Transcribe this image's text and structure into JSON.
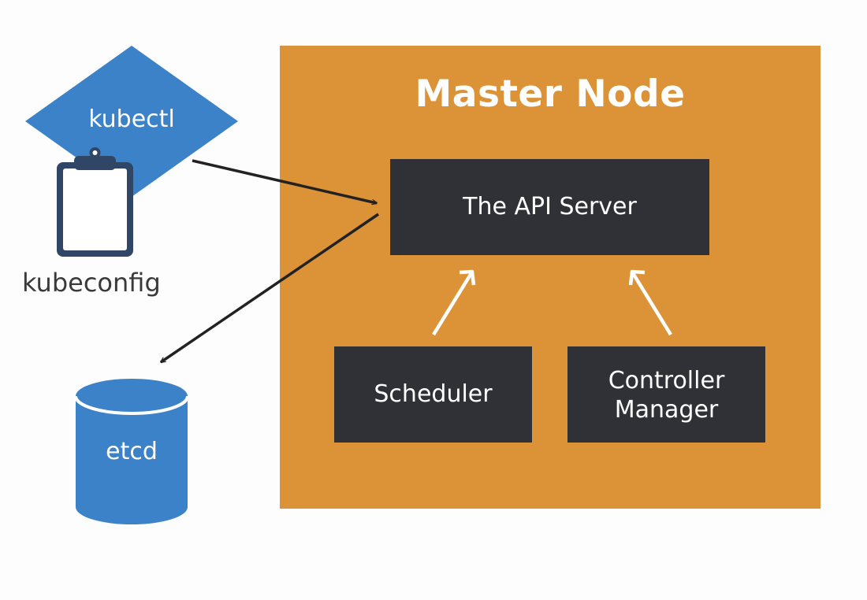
{
  "client": {
    "kubectl_label": "kubectl",
    "kubeconfig_label": "kubeconfig"
  },
  "datastore": {
    "label": "etcd"
  },
  "master_node": {
    "title": "Master Node",
    "api_server_label": "The API Server",
    "scheduler_label": "Scheduler",
    "controller_manager_line1": "Controller",
    "controller_manager_line2": "Manager"
  },
  "colors": {
    "master_node": "#dc9237",
    "component_box": "#2f3136",
    "kubectl_diamond": "#3c82c8",
    "etcd_cylinder": "#3c82c8",
    "clipboard": "#2f4666",
    "arrow_dark": "#222222",
    "arrow_light": "#ffffff"
  }
}
